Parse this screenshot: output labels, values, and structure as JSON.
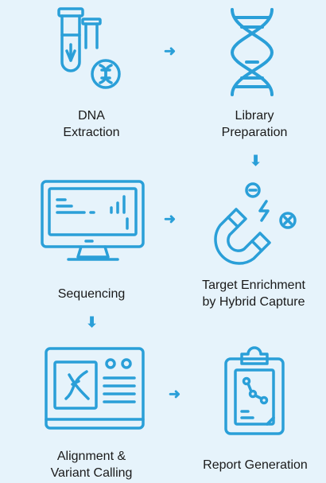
{
  "colors": {
    "accent": "#2a9fd8",
    "background": "#e6f3fb",
    "text": "#1a1a1a"
  },
  "steps": [
    {
      "icon": "test-tube-dna-icon",
      "line1": "DNA",
      "line2": "Extraction"
    },
    {
      "icon": "dna-helix-icon",
      "line1": "Library",
      "line2": "Preparation"
    },
    {
      "icon": "sequencer-monitor-icon",
      "line1": "Sequencing",
      "line2": ""
    },
    {
      "icon": "magnet-capture-icon",
      "line1": "Target Enrichment",
      "line2": "by Hybrid Capture"
    },
    {
      "icon": "alignment-instrument-icon",
      "line1": "Alignment &",
      "line2": "Variant Calling"
    },
    {
      "icon": "clipboard-report-icon",
      "line1": "Report Generation",
      "line2": ""
    }
  ],
  "arrows": {
    "right": "➜",
    "down": "⬇"
  }
}
